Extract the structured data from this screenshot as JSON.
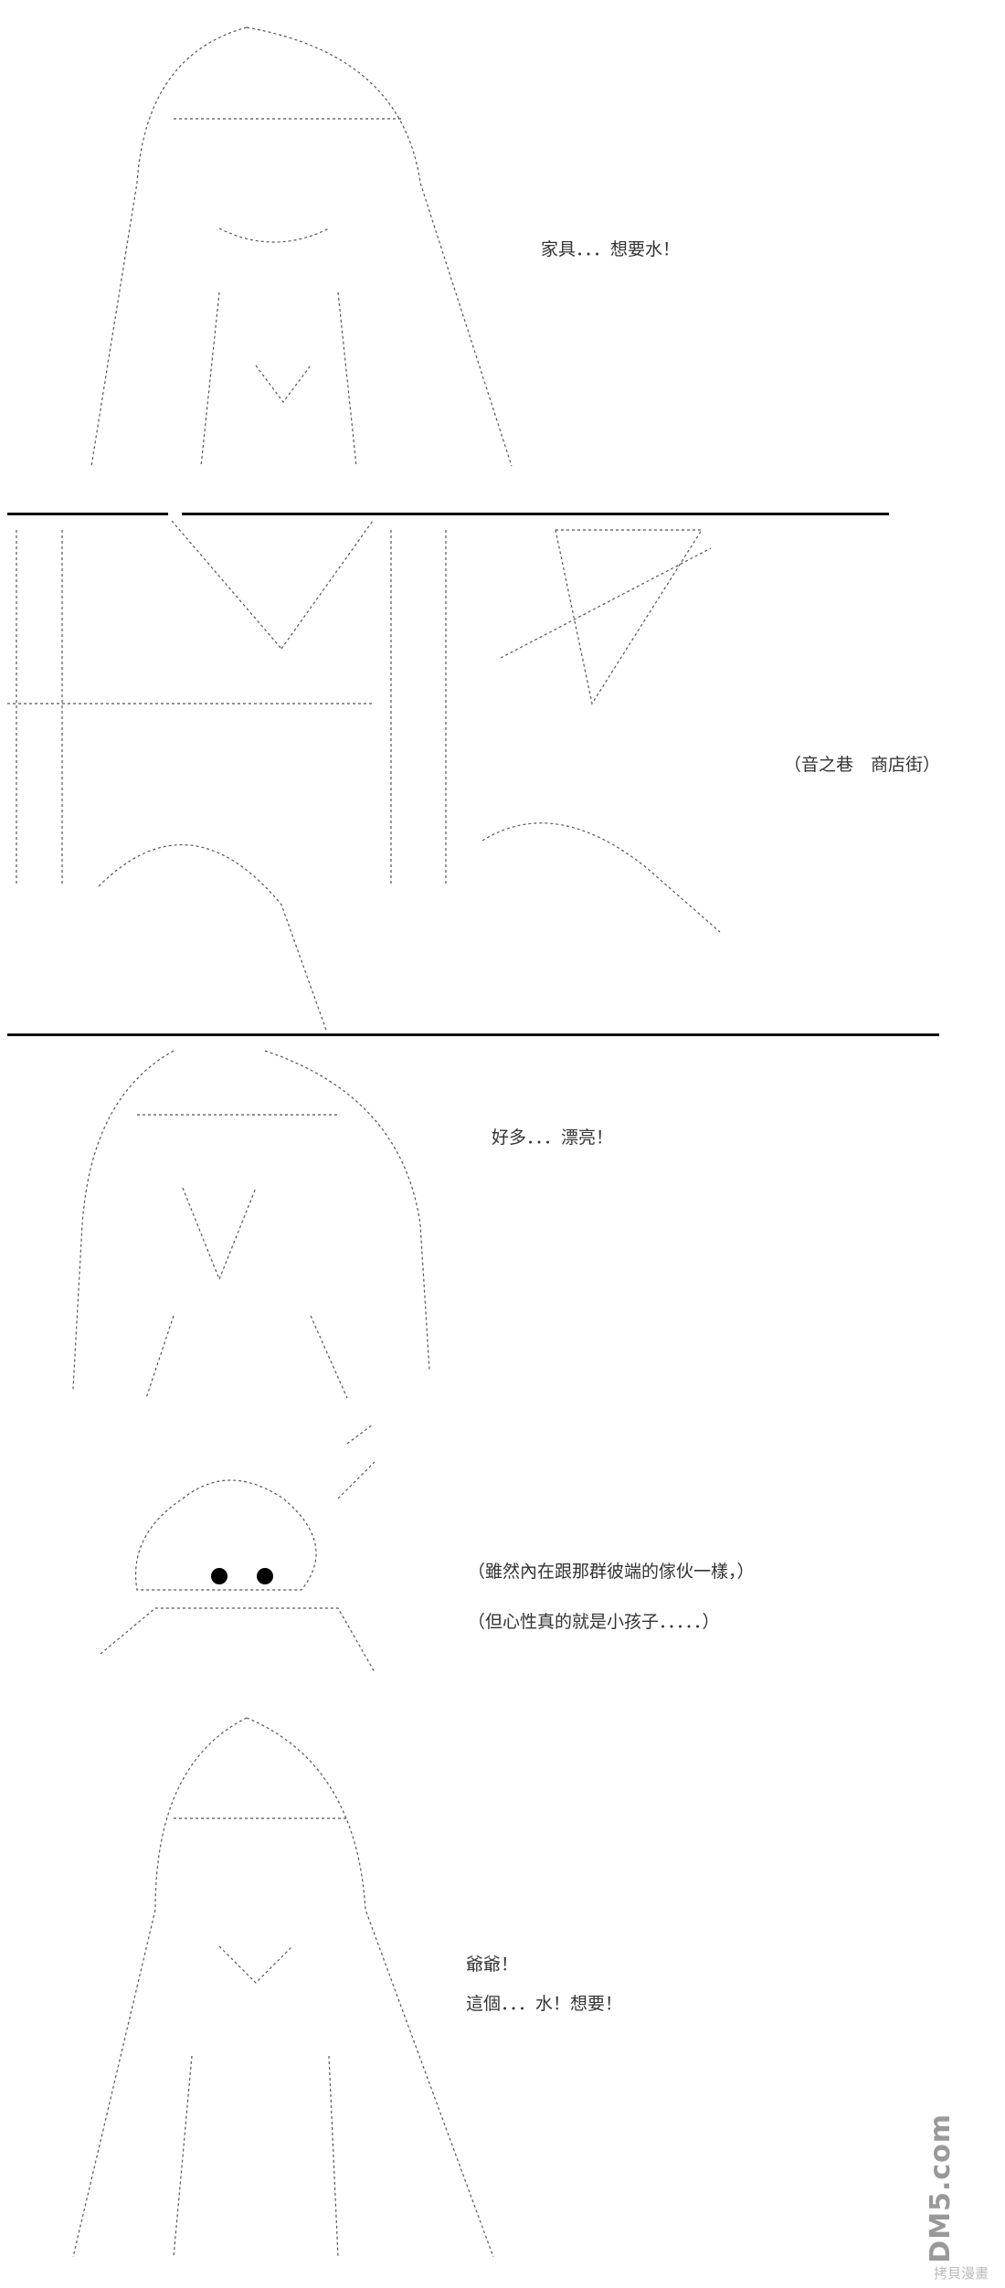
{
  "panels": [
    {
      "lines": [
        "家具．．．想要水！"
      ]
    },
    {
      "lines": [
        "（音之巷　商店街）"
      ]
    },
    {
      "lines": [
        "好多．．．漂亮！"
      ]
    },
    {
      "lines": [
        "（雖然內在跟那群彼端的傢伙一樣，）",
        "（但心性真的就是小孩子．．．．．）"
      ]
    },
    {
      "lines": [
        "爺爺！",
        "這個．．．水！想要！"
      ]
    }
  ],
  "watermark": {
    "logo": "DM5.com",
    "caption": "拷貝漫畫"
  }
}
